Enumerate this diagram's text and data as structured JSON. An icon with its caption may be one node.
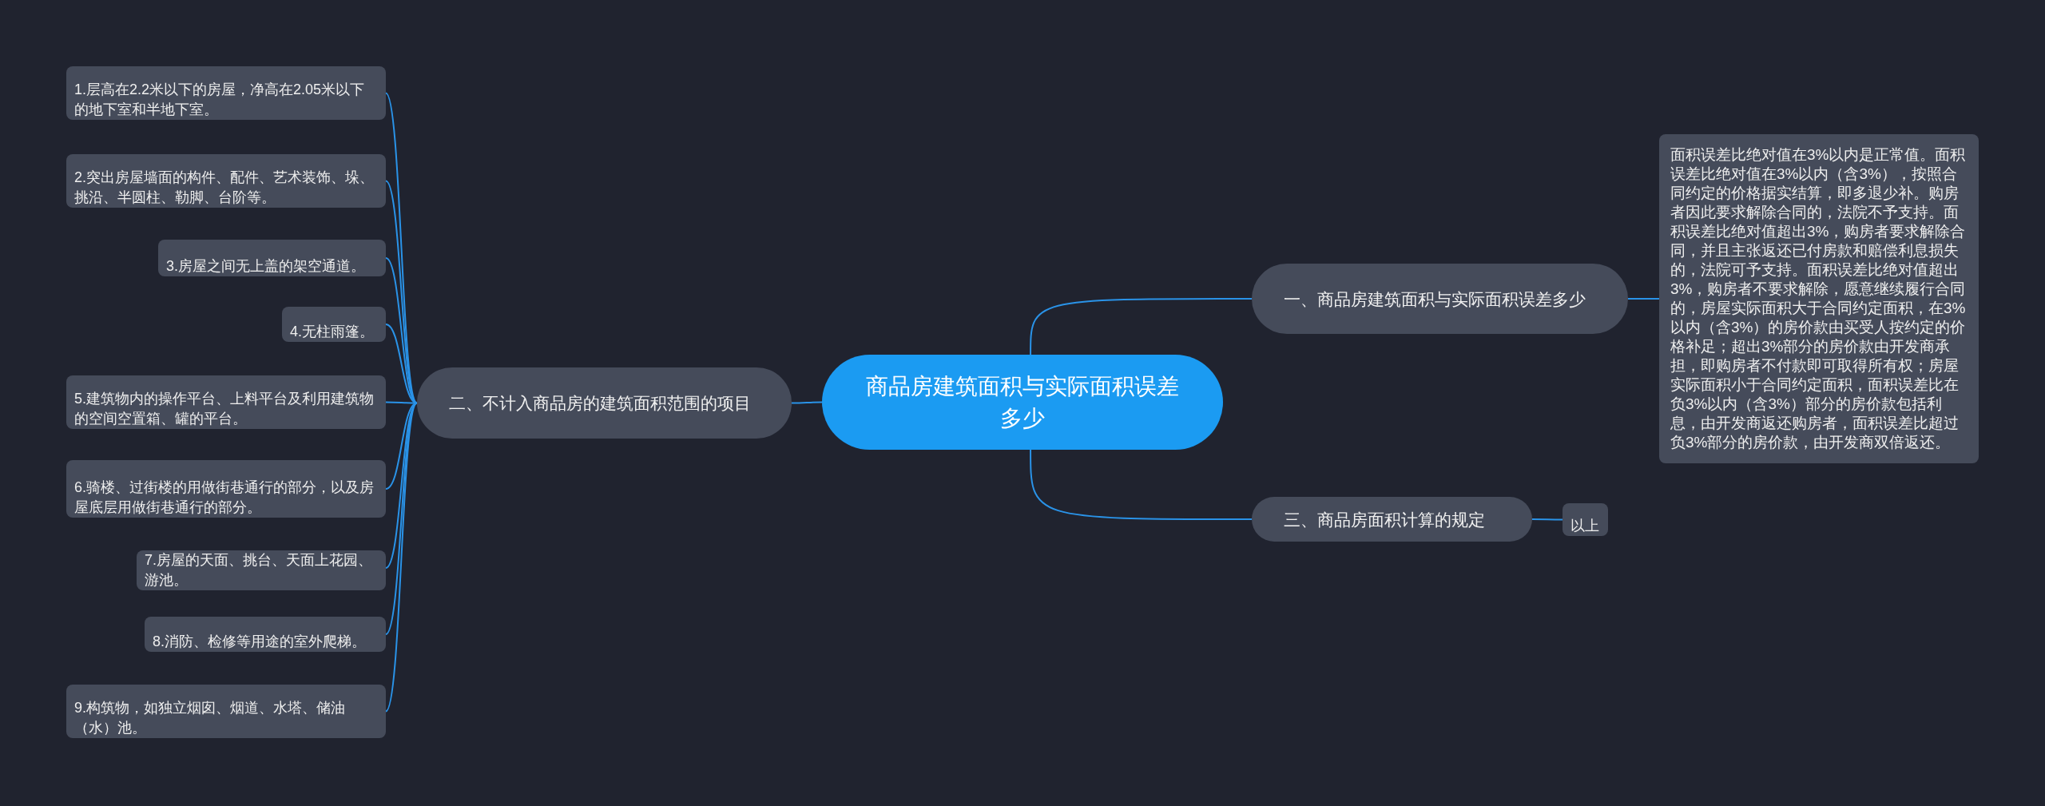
{
  "diagram": {
    "nodes": [
      {
        "text": [
          "商品房建筑面积与实际面积误差多少"
        ]
      },
      {
        "text": [
          "一、商品房建筑面积与实际面积误差多少"
        ]
      },
      {
        "text": [
          "面积误差比绝对值在3%以内是正常值。面积误差比绝对值在3%以内（含3%），按照合同约定的价格据实结算，即多退少补。购房者因此要求解除合同的，法院不予支持。面积误差比绝对值超出3%，购房者要求解除合同，并且主张返还已付房款和赔偿利息损失的，法院可予支持。面积误差比绝对值超出3%，购房者不要求解除，愿意继续履行合同的，房屋实际面积大于合同约定面积，在3%以内（含3%）的房价款由买受人按约定的价格补足；超出3%部分的房价款由开发商承担，即购房者不付款即可取得所有权；房屋实际面积小于合同约定面积，面积误差比在负3%以内（含3%）部分的房价款包括利息，由开发商返还购房者，面积误差比超过负3%部分的房价款，由开发商双倍返还。"
        ]
      },
      {
        "text": [
          "二、不计入商品房的建筑面积范围的项目"
        ]
      },
      {
        "text": [
          "1.层高在2.2米以下的房屋，净高在2.05米以下的地下室和半地下室。"
        ]
      },
      {
        "text": [
          "2.突出房屋墙面的构件、配件、艺术装饰、垛、挑沿、半圆柱、勒脚、台阶等。"
        ]
      },
      {
        "text": [
          "3.房屋之间无上盖的架空通道。"
        ]
      },
      {
        "text": [
          "4.无柱雨篷。"
        ]
      },
      {
        "text": [
          "5.建筑物内的操作平台、上料平台及利用建筑物的空间空置箱、罐的平台。"
        ]
      },
      {
        "text": [
          "6.骑楼、过街楼的用做街巷通行的部分，以及房屋底层用做街巷通行的部分。"
        ]
      },
      {
        "text": [
          "7.房屋的天面、挑台、天面上花园、游池。"
        ]
      },
      {
        "text": [
          "8.消防、检修等用途的室外爬梯。"
        ]
      },
      {
        "text": [
          "9.构筑物，如独立烟囱、烟道、水塔、储油（水）池。"
        ]
      },
      {
        "text": [
          "三、商品房面积计算的规定"
        ]
      },
      {
        "text": [
          "以上"
        ]
      }
    ],
    "edges": [
      {
        "from": 0,
        "to": 1,
        "arrow": "none"
      },
      {
        "from": 1,
        "to": 2,
        "arrow": "none"
      },
      {
        "from": 0,
        "to": 3,
        "arrow": "none"
      },
      {
        "from": 3,
        "to": 4,
        "arrow": "none"
      },
      {
        "from": 3,
        "to": 5,
        "arrow": "none"
      },
      {
        "from": 3,
        "to": 6,
        "arrow": "none"
      },
      {
        "from": 3,
        "to": 7,
        "arrow": "none"
      },
      {
        "from": 3,
        "to": 8,
        "arrow": "none"
      },
      {
        "from": 3,
        "to": 9,
        "arrow": "none"
      },
      {
        "from": 3,
        "to": 10,
        "arrow": "none"
      },
      {
        "from": 3,
        "to": 11,
        "arrow": "none"
      },
      {
        "from": 3,
        "to": 12,
        "arrow": "none"
      },
      {
        "from": 0,
        "to": 13,
        "arrow": "none"
      },
      {
        "from": 13,
        "to": 14,
        "arrow": "none"
      }
    ]
  }
}
